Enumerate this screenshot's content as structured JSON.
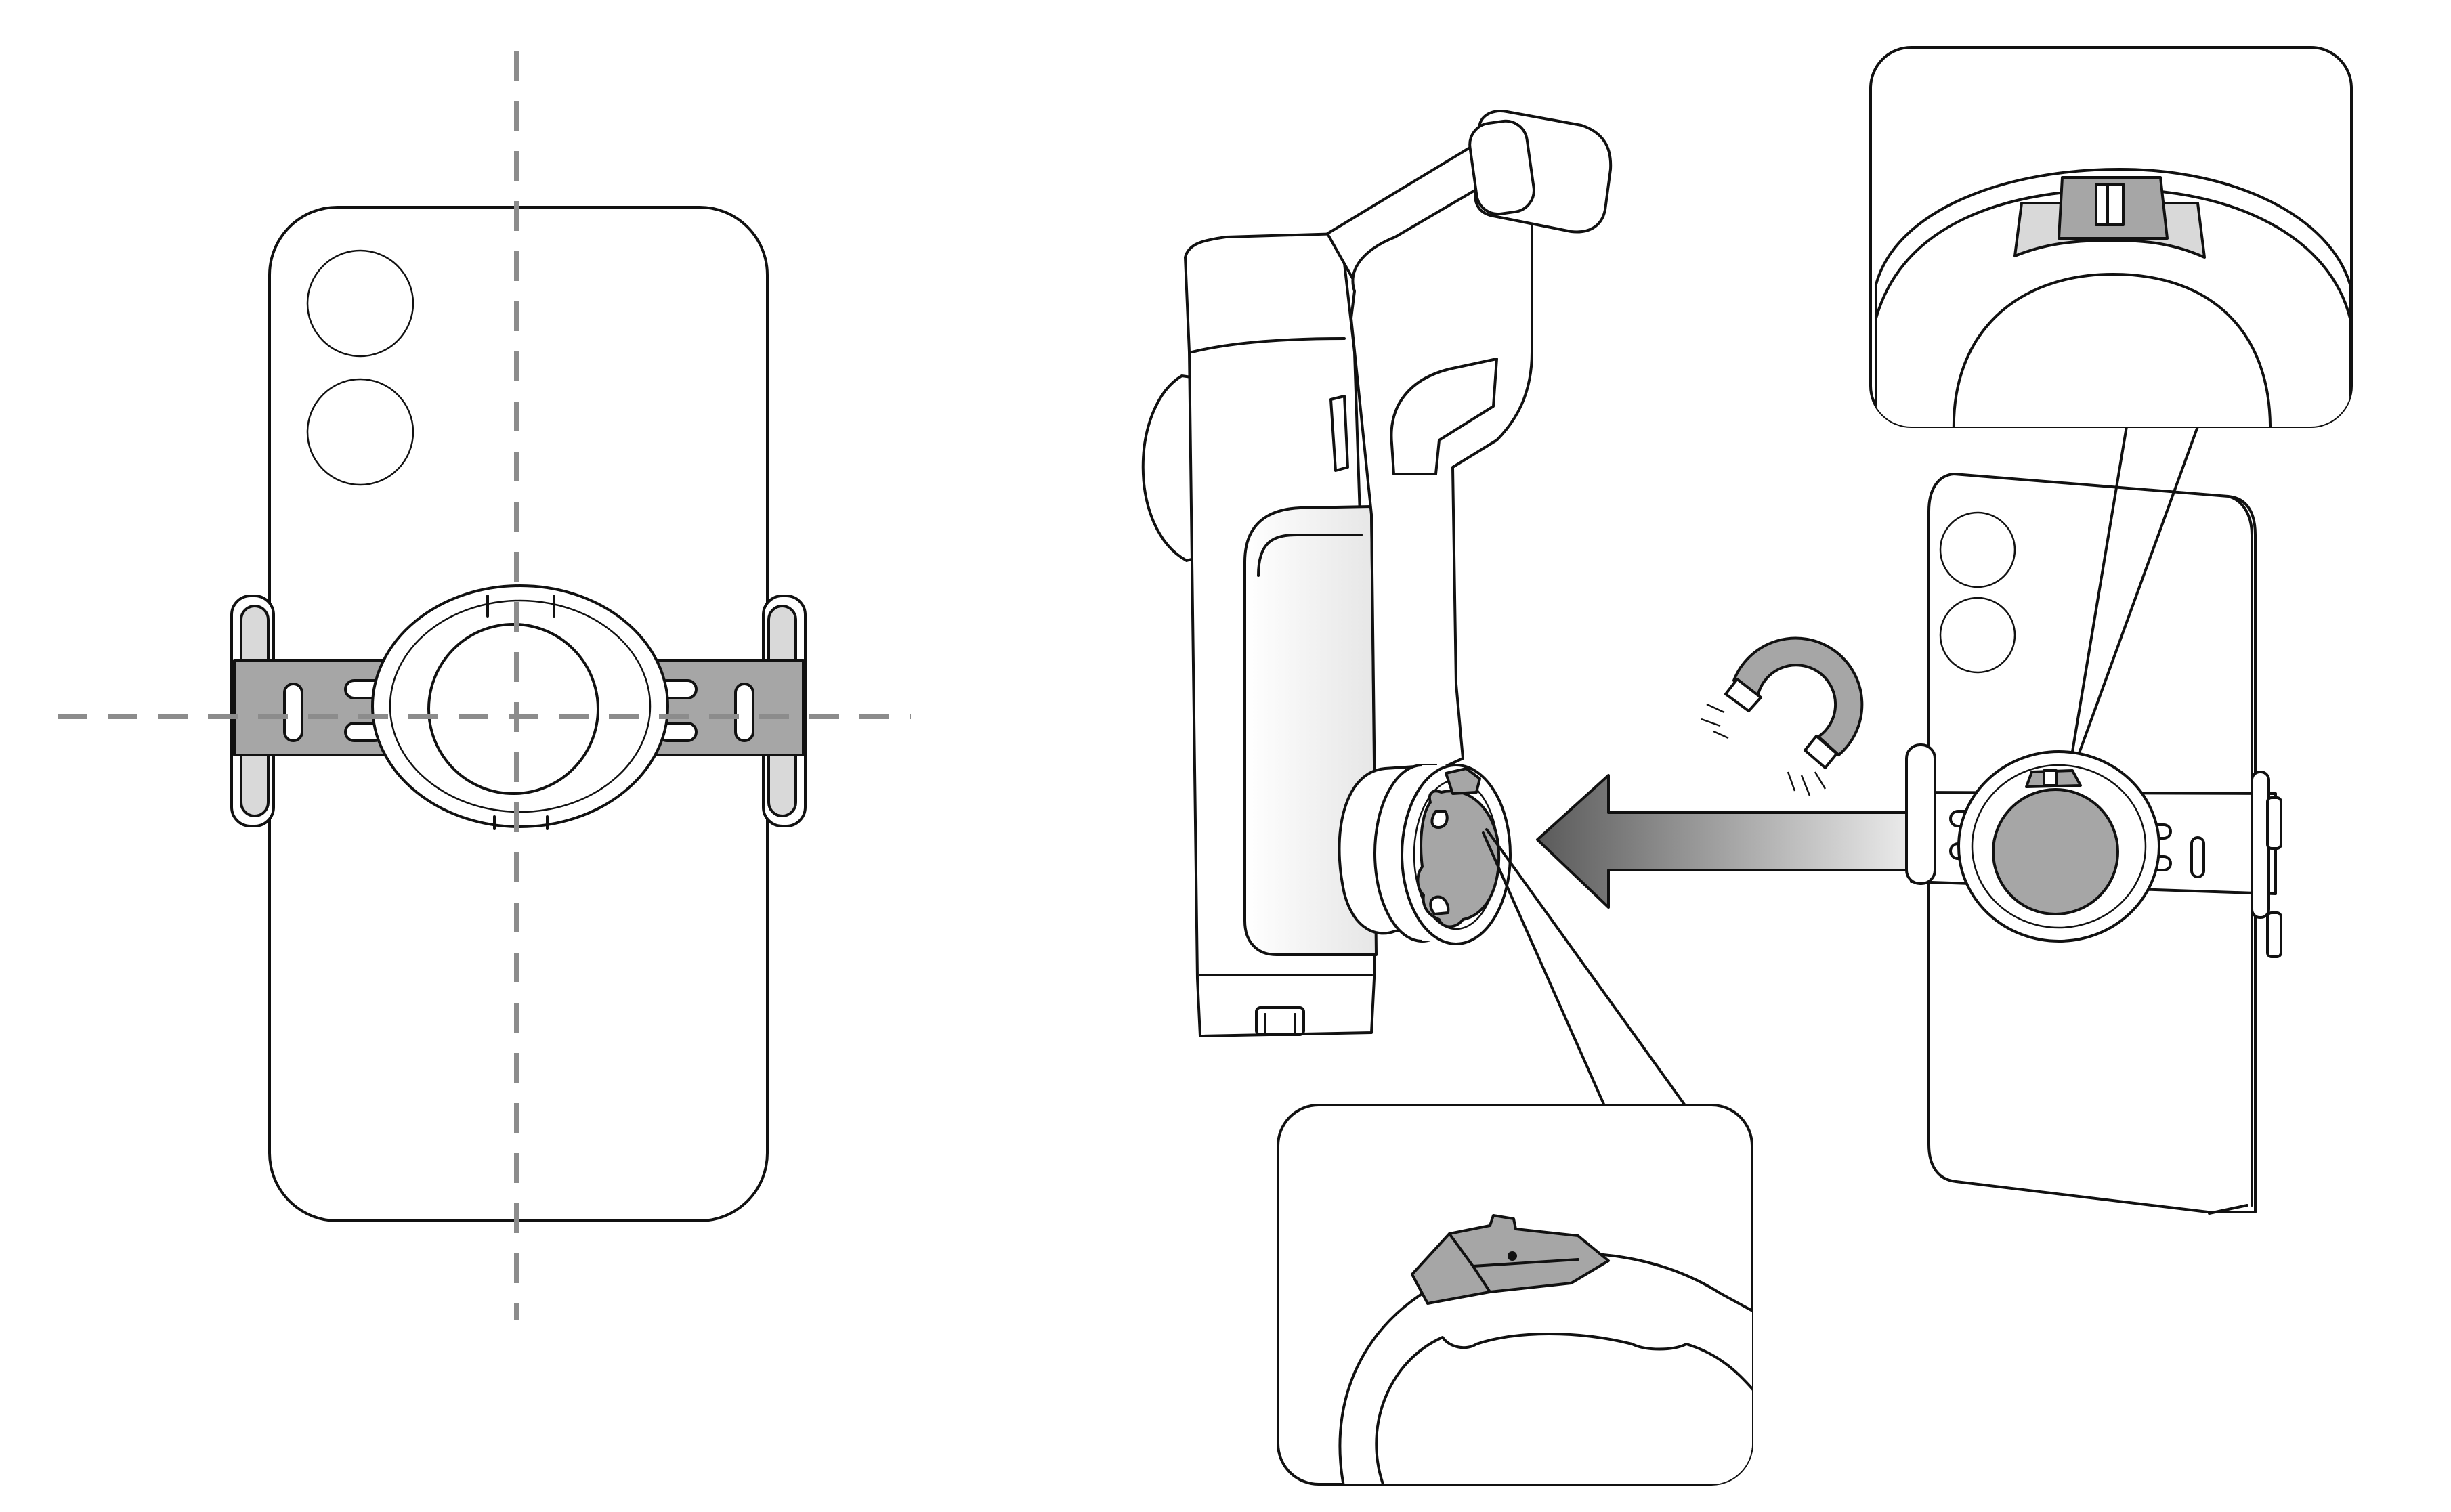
{
  "figure": {
    "panels": [
      {
        "id": "phone-clamp-front",
        "icons": [
          "phone-icon",
          "clamp-icon",
          "crosshair-icon"
        ]
      },
      {
        "id": "gimbal-magnetic-attach",
        "icons": [
          "gimbal-icon",
          "magnet-icon",
          "arrow-left-icon"
        ]
      },
      {
        "id": "detail-callouts",
        "icons": [
          "magnifier-callout-icon"
        ]
      }
    ],
    "colors": {
      "outline": "#111111",
      "guide": "#8c8c8c",
      "clamp": "#a6a6a6",
      "arrow_start": "#5a5a5a",
      "arrow_end": "#ffffff"
    }
  }
}
